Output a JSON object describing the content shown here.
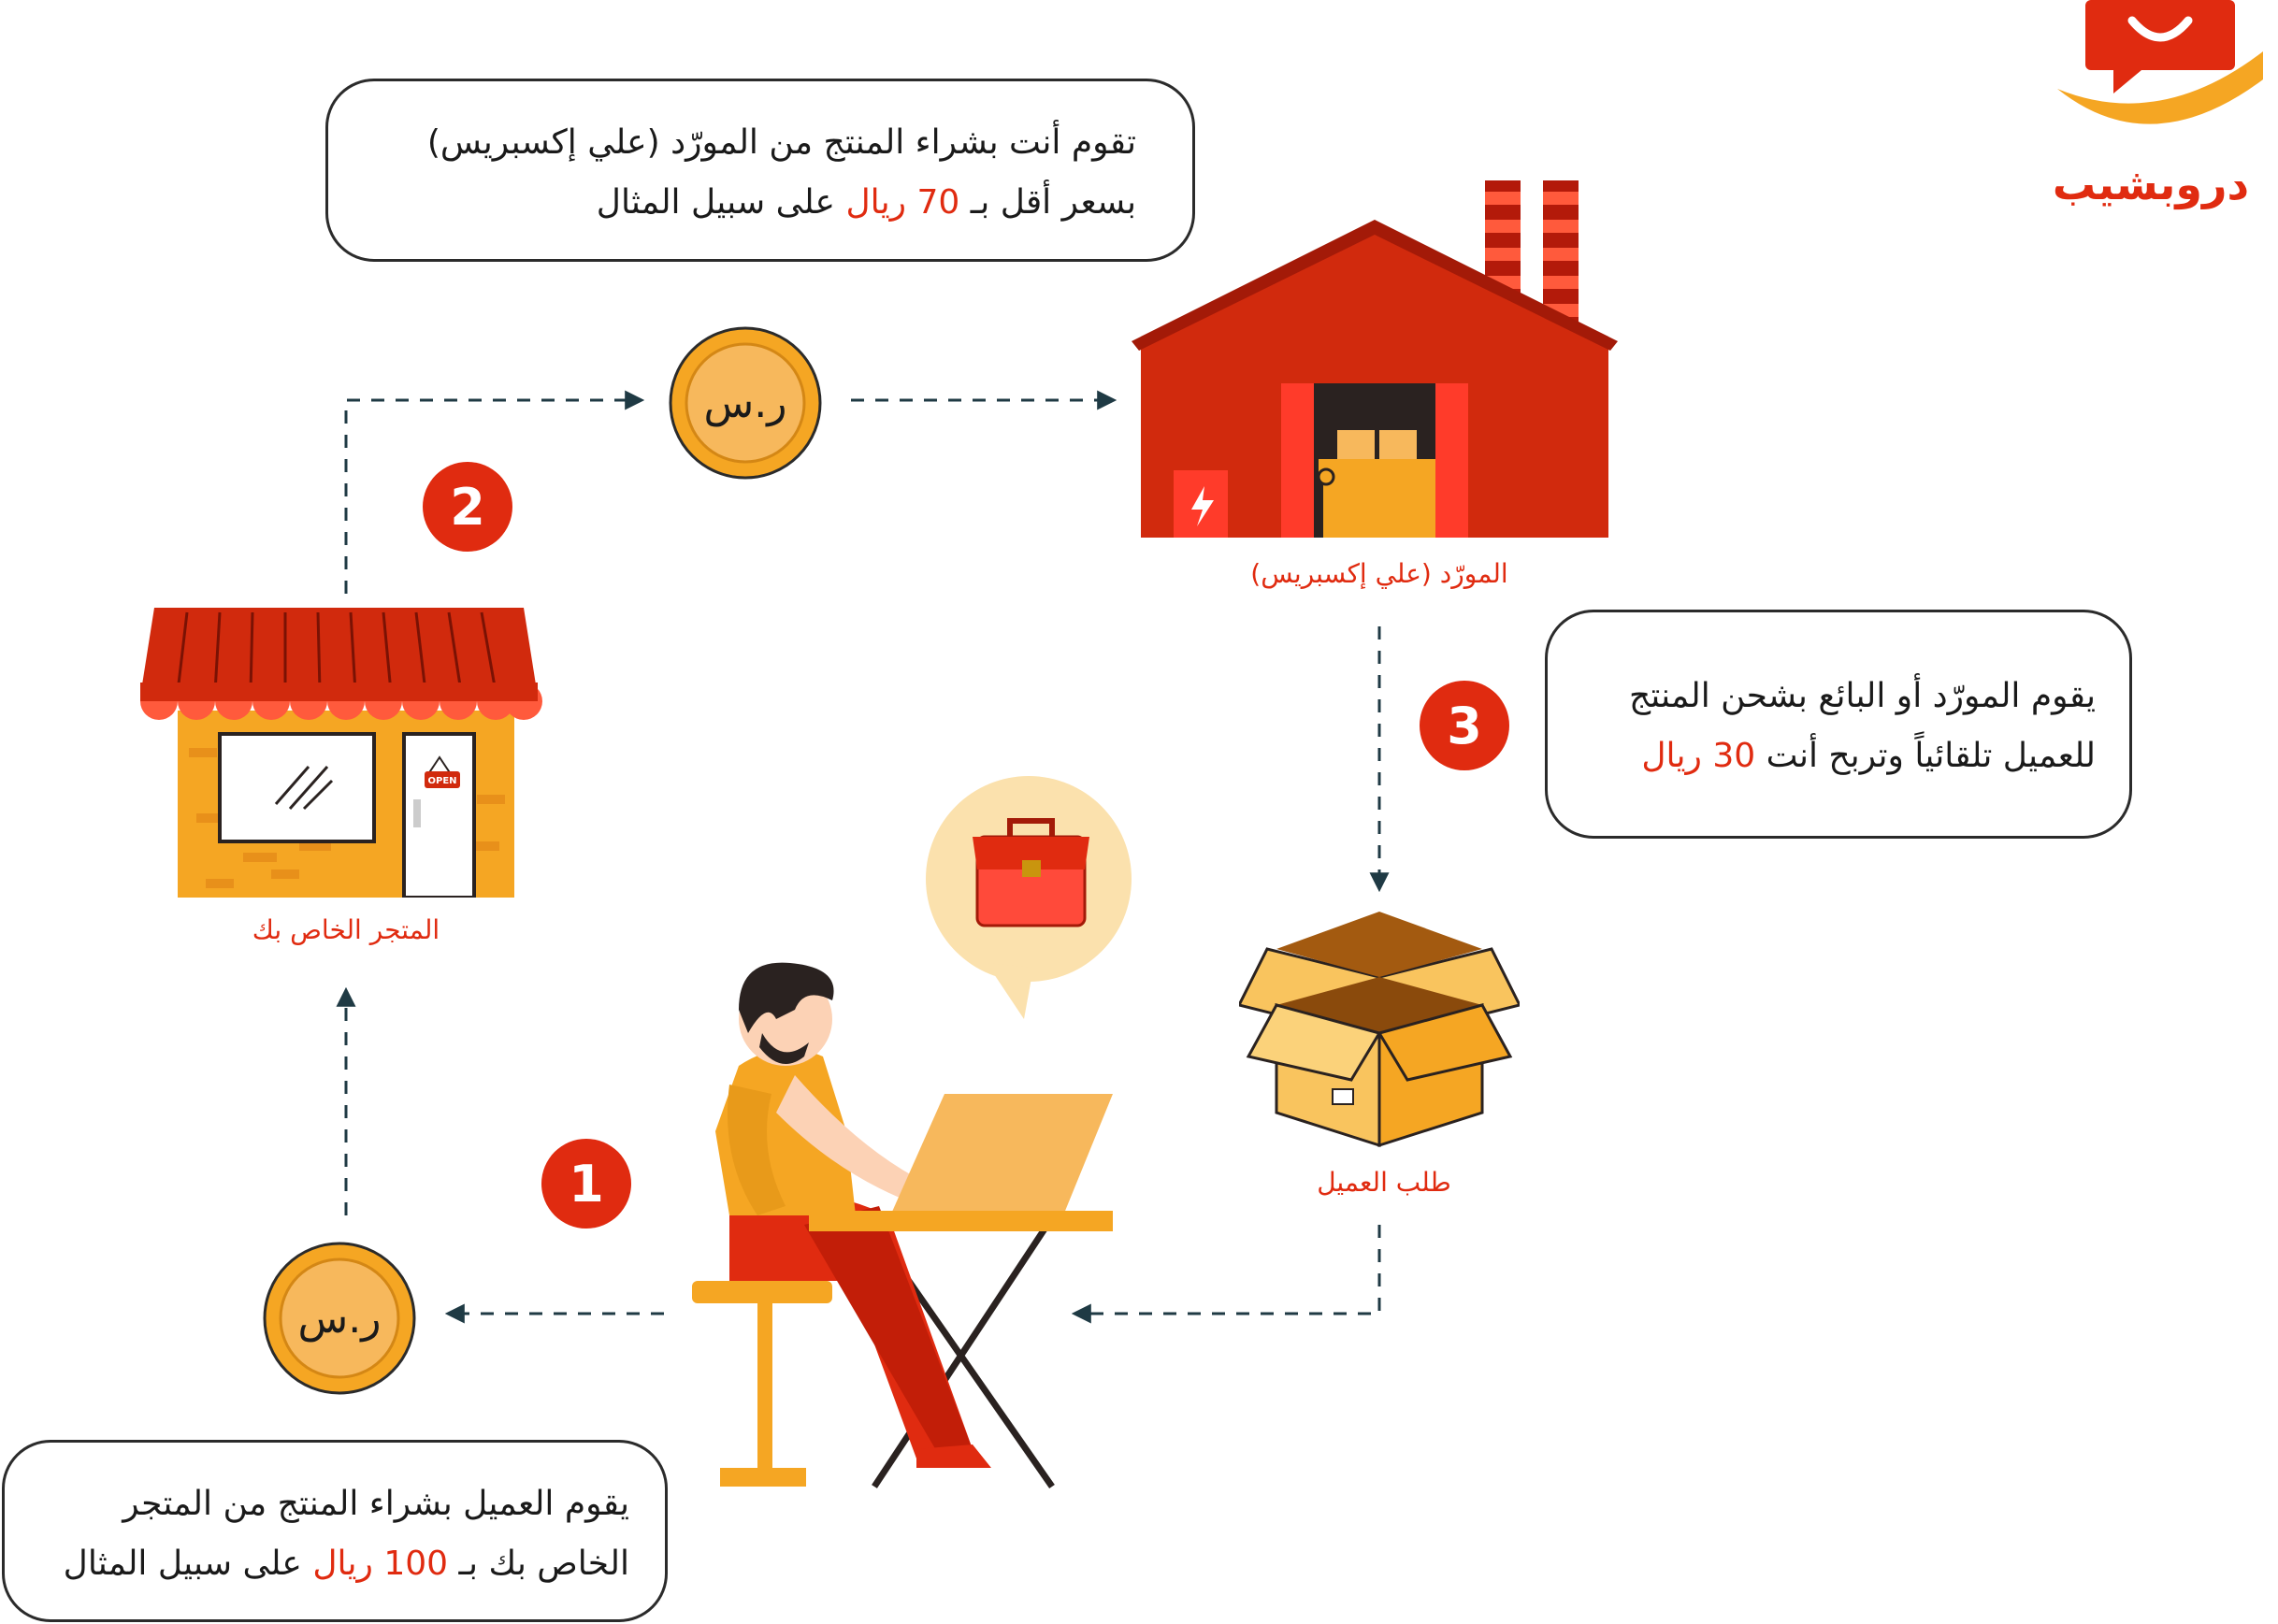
{
  "logo": {
    "text": "دروبشيب"
  },
  "bubbles": {
    "top": {
      "line1": "تقوم أنت بشراء المنتج من المورّد (علي إكسبريس)",
      "line2_prefix": "بسعر أقل بـ ",
      "line2_highlight": "70 ريال",
      "line2_suffix": " على سبيل المثال"
    },
    "right": {
      "line1": "يقوم المورّد أو البائع بشحن المنتج",
      "line2_prefix": "للعميل تلقائياً وتربح أنت ",
      "line2_highlight": "30 ريال"
    },
    "bottom": {
      "line1": "يقوم العميل بشراء المنتج من المتجر",
      "line2_prefix": "الخاص بك بـ ",
      "line2_highlight": "100 ريال",
      "line2_suffix": " على سبيل المثال"
    }
  },
  "labels": {
    "supplier": "المورّد (علي إكسبريس)",
    "store": "المتجر الخاص بك",
    "order": "طلب العميل",
    "open_sign": "OPEN"
  },
  "steps": {
    "one": "1",
    "two": "2",
    "three": "3"
  },
  "coins": {
    "top": "ر.س",
    "bottom": "ر.س"
  },
  "icons": [
    "factory-icon",
    "store-icon",
    "box-icon",
    "person-laptop-icon",
    "briefcase-icon",
    "coin-icon",
    "logo-icon"
  ],
  "colors": {
    "accent": "#e02b10",
    "orange": "#f5a623",
    "coin": "#f7b85c",
    "dark": "#1a1a1a"
  }
}
